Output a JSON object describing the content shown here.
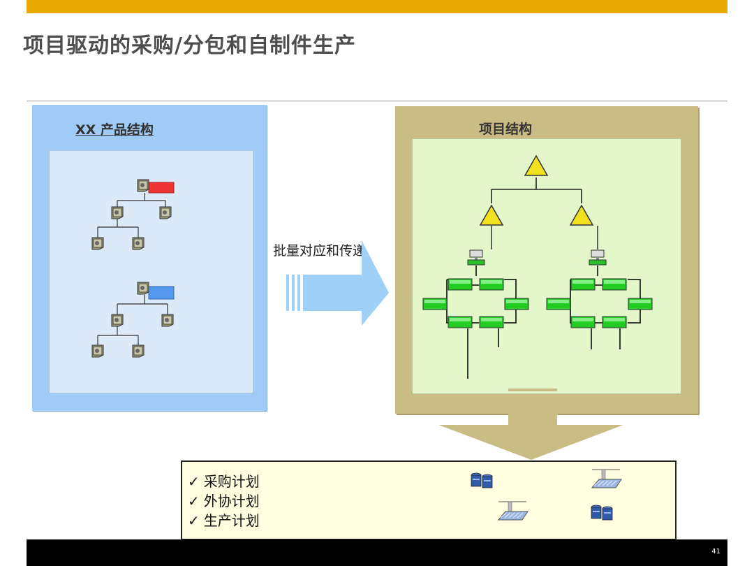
{
  "header": {
    "title": "项目驱动的采购/分包和自制件生产"
  },
  "left_panel": {
    "title": "XX 产品结构"
  },
  "right_panel": {
    "title": "项目结构"
  },
  "transfer": {
    "label": "批量对应和传递"
  },
  "plan_box": {
    "items": [
      {
        "check": "✓",
        "label": "采购计划"
      },
      {
        "check": "✓",
        "label": "外协计划"
      },
      {
        "check": "✓",
        "label": "生产计划"
      }
    ]
  },
  "footer": {
    "page_number": "41"
  },
  "colors": {
    "top_bar": "#e8a800",
    "left_panel": "#9fcbf6",
    "right_panel": "#c9bc84",
    "network_node": "#22cc22",
    "triangle": "#f0e020",
    "tag_red": "#ee3333",
    "tag_blue": "#5599ee",
    "arrow_blue": "#9fd0f8",
    "arrow_khaki": "#c9bc84"
  }
}
